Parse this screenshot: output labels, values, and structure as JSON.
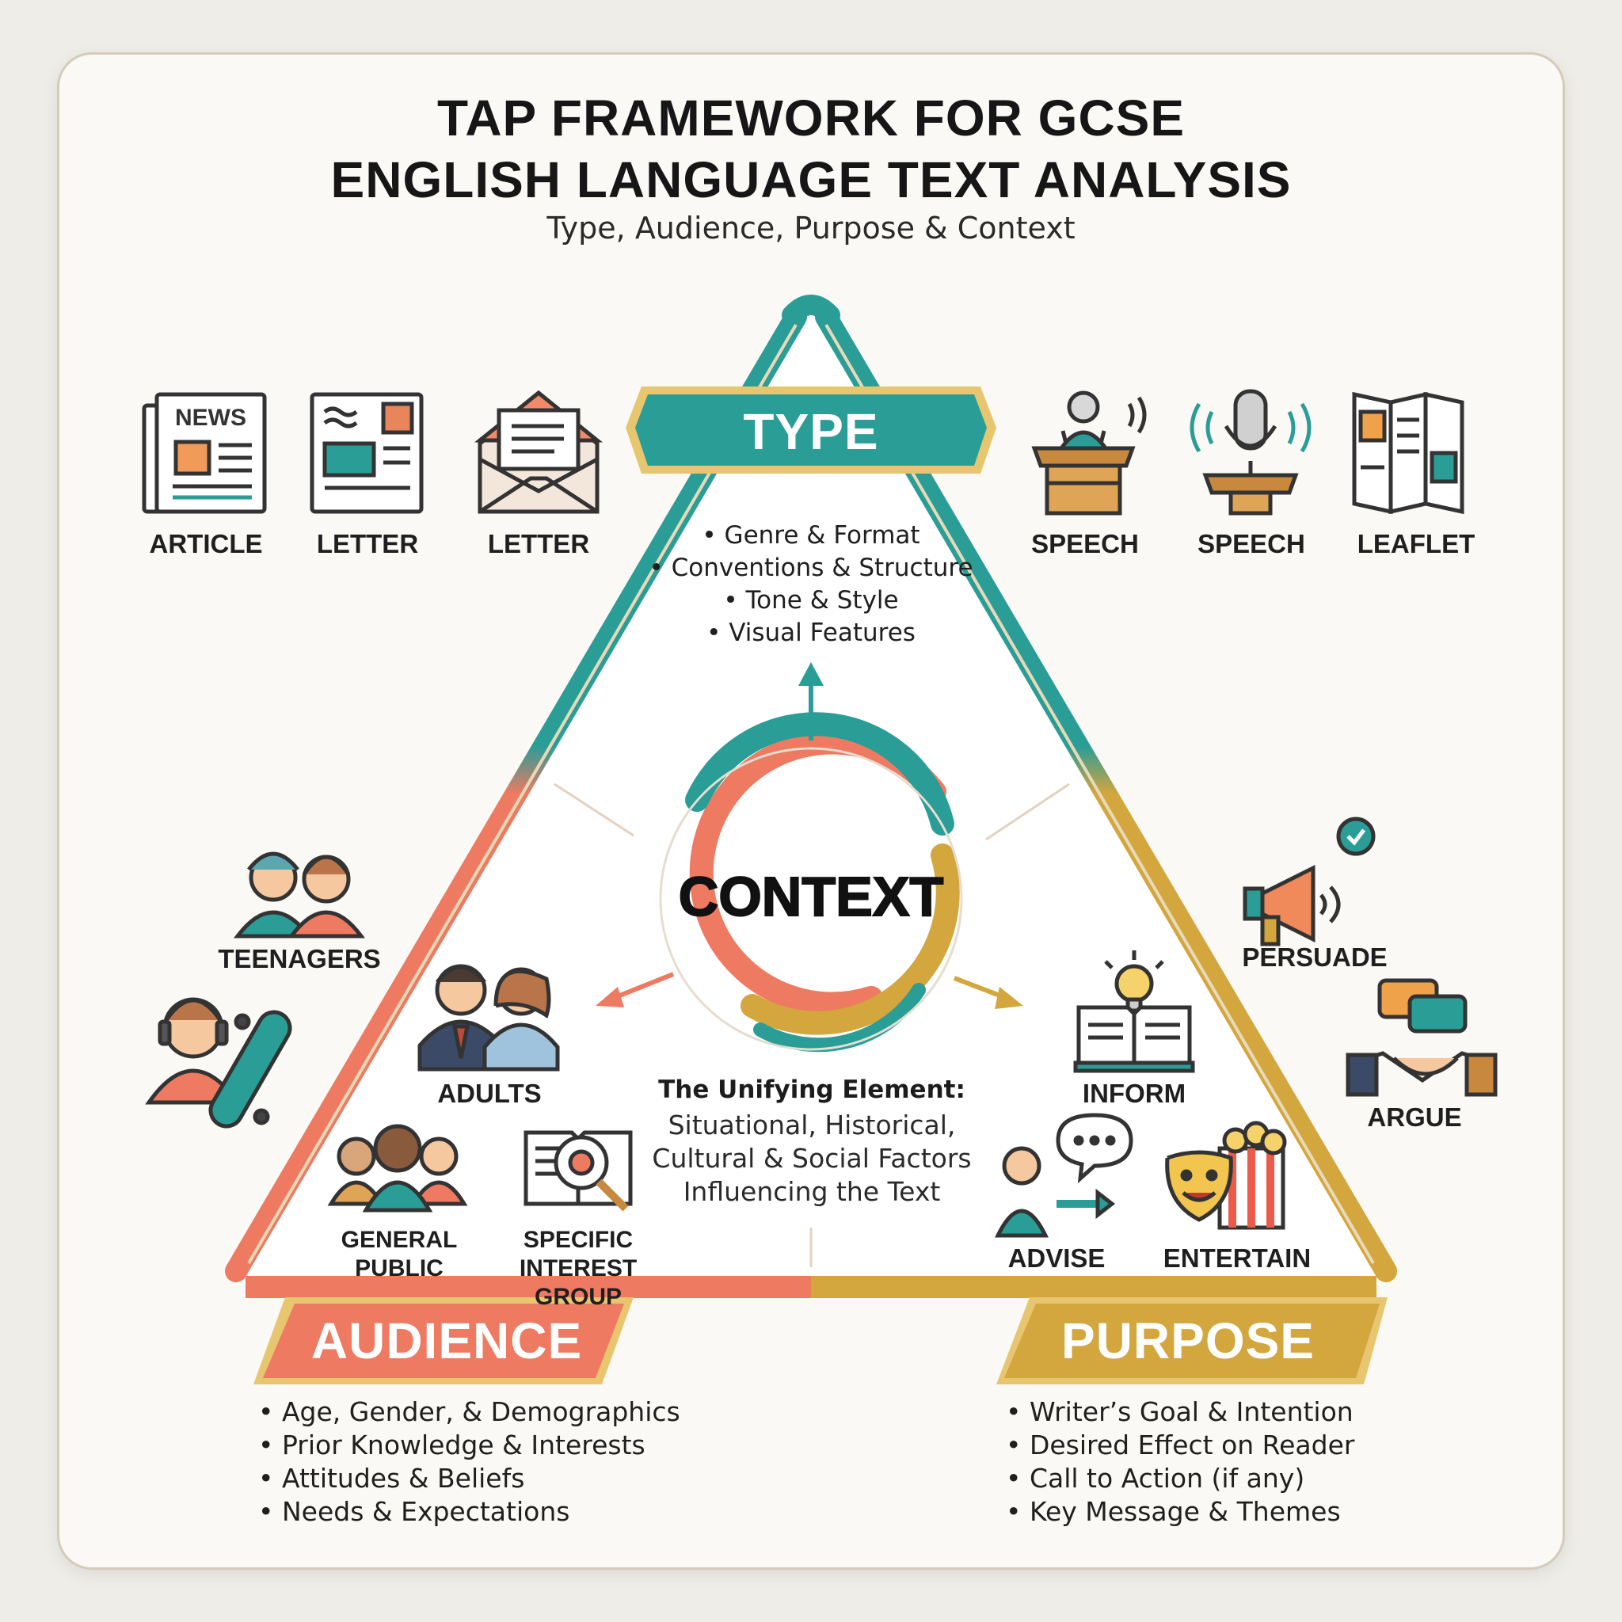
{
  "title_line1": "TAP FRAMEWORK FOR GCSE",
  "title_line2": "ENGLISH LANGUAGE TEXT ANALYSIS",
  "subtitle": "Type, Audience, Purpose & Context",
  "type": {
    "banner": "TYPE",
    "bullets": [
      "• Genre & Format",
      "• Conventions & Structure",
      "• Tone & Style",
      "• Visual Features"
    ],
    "icons": [
      {
        "label": "ARTICLE",
        "icon": "newspaper-icon",
        "badge": "NEWS"
      },
      {
        "label": "LETTER",
        "icon": "letter-page-icon"
      },
      {
        "label": "LETTER",
        "icon": "envelope-icon"
      },
      {
        "label": "SPEECH",
        "icon": "podium-speaker-icon"
      },
      {
        "label": "SPEECH",
        "icon": "microphone-icon"
      },
      {
        "label": "LEAFLET",
        "icon": "leaflet-icon"
      }
    ]
  },
  "audience": {
    "banner": "AUDIENCE",
    "bullets": [
      "•  Age, Gender, & Demographics",
      "•  Prior Knowledge & Interests",
      "•  Attitudes & Beliefs",
      "•  Needs & Expectations"
    ],
    "icons": [
      {
        "label": "TEENAGERS",
        "icon": "teenagers-icon"
      },
      {
        "label": "ADULTS",
        "icon": "adults-icon"
      },
      {
        "label": "GENERAL PUBLIC",
        "icon": "group-icon"
      },
      {
        "label": "SPECIFIC INTEREST GROUP",
        "icon": "book-magnifier-icon"
      },
      {
        "label": "",
        "icon": "skateboarder-icon"
      }
    ]
  },
  "purpose": {
    "banner": "PURPOSE",
    "bullets": [
      "•  Writer’s Goal & Intention",
      "•  Desired Effect on Reader",
      "•  Call to Action (if any)",
      "•  Key Message & Themes"
    ],
    "icons": [
      {
        "label": "PERSUADE",
        "icon": "megaphone-icon"
      },
      {
        "label": "ARGUE",
        "icon": "handshake-icon"
      },
      {
        "label": "INFORM",
        "icon": "book-lightbulb-icon"
      },
      {
        "label": "ADVISE",
        "icon": "advice-speech-icon"
      },
      {
        "label": "ENTERTAIN",
        "icon": "theatre-masks-icon"
      }
    ]
  },
  "context": {
    "word": "CONTEXT",
    "unify_title": "The Unifying Element:",
    "unify_text": "Situational, Historical, Cultural & Social Factors Influencing the Text"
  },
  "colors": {
    "teal": "#2a9d97",
    "coral": "#ee7a62",
    "gold": "#d3a63e",
    "background": "#faf9f5"
  }
}
